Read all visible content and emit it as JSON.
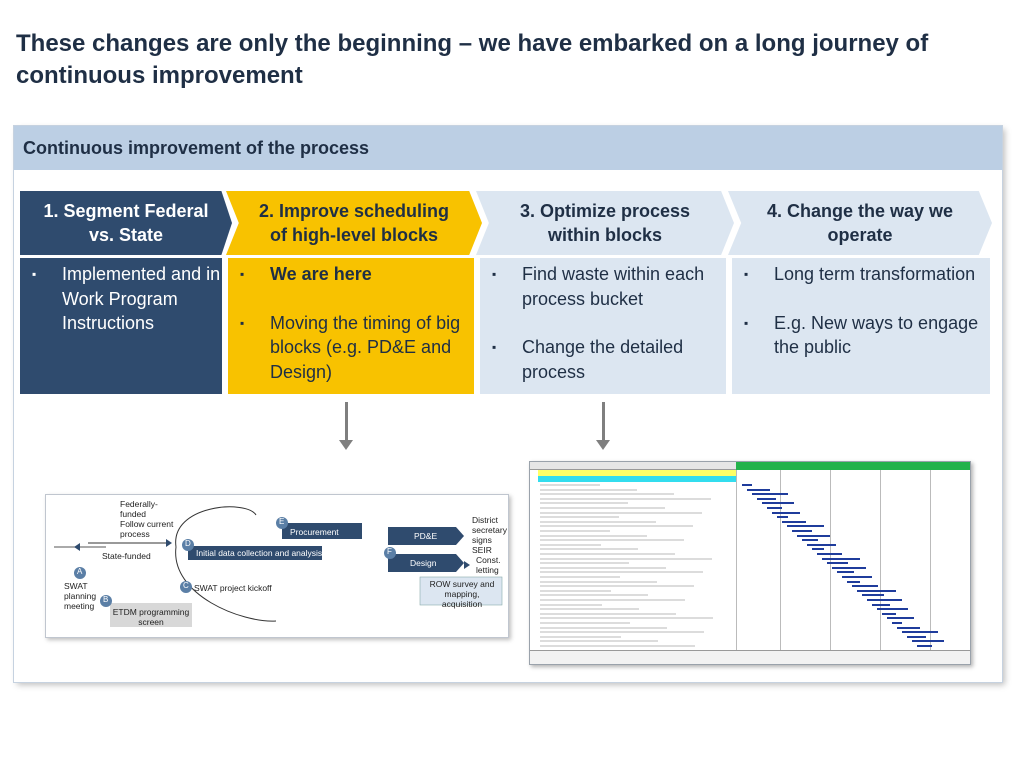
{
  "title": "These changes are only the beginning – we have embarked on a long journey of continuous improvement",
  "panel_heading": "Continuous improvement of the process",
  "colors": {
    "dark_blue": "#2f4b6e",
    "yellow": "#f8c200",
    "light_blue": "#dce6f1",
    "header_blue": "#bccfe4"
  },
  "steps": [
    {
      "line1": "1. Segment Federal",
      "line2": "vs. State"
    },
    {
      "line1": "2. Improve scheduling",
      "line2": "of high-level blocks"
    },
    {
      "line1": "3. Optimize process",
      "line2": "within blocks"
    },
    {
      "line1": "4. Change the way we",
      "line2": "operate"
    }
  ],
  "bullet_glyph": "▪",
  "details": [
    [
      {
        "text": "Implemented and in Work Program Instructions"
      }
    ],
    [
      {
        "text": "We are here"
      },
      {
        "text": "Moving the timing of big blocks (e.g. PD&E and Design)"
      }
    ],
    [
      {
        "text": "Find waste within each process bucket"
      },
      {
        "text": "Change the detailed process"
      }
    ],
    [
      {
        "text": "Long term transformation"
      },
      {
        "text": "E.g. New ways to engage the public"
      }
    ]
  ],
  "diagram": {
    "federally_funded": "Federally-funded",
    "follow_current": "Follow current process",
    "state_funded": "State-funded",
    "swat_planning": "SWAT planning meeting",
    "etdm": "ETDM programming screen",
    "swat_kickoff": "SWAT project kickoff",
    "initial_data": "Initial data collection and analysis",
    "procurement": "Procurement",
    "pde": "PD&E",
    "design": "Design",
    "district_secretary": "District secretary signs SEIR",
    "const_letting": "Const. letting",
    "row_survey": "ROW survey and mapping, acquisition",
    "markers": {
      "a": "A",
      "b": "B",
      "c": "C",
      "d": "D",
      "e": "E",
      "f": "F"
    }
  }
}
